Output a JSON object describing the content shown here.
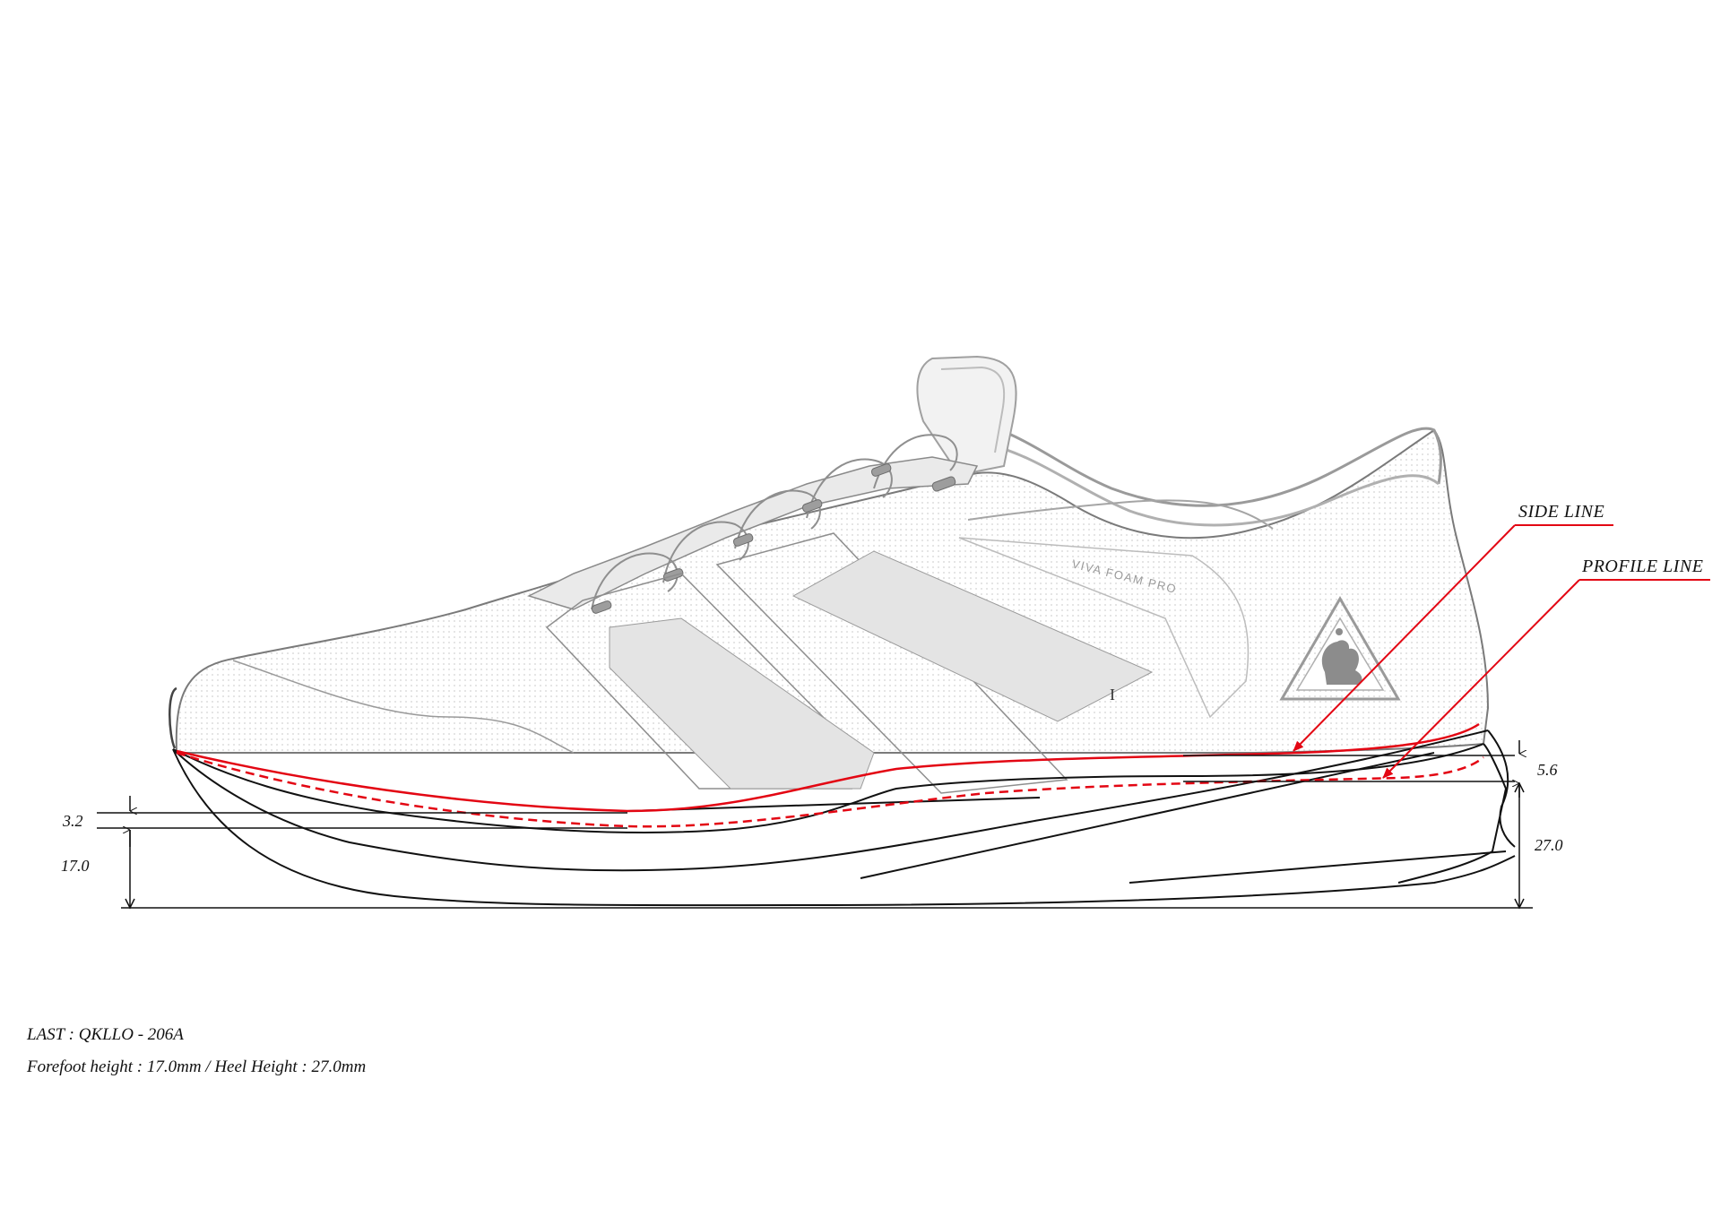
{
  "callouts": {
    "side_line": "SIDE LINE",
    "profile_line": "PROFILE LINE"
  },
  "dimensions": {
    "toe_offset": "3.2",
    "forefoot": "17.0",
    "heel_offset": "5.6",
    "heel": "27.0"
  },
  "shoe": {
    "midsole_text": "VIVA FOAM   PRO"
  },
  "specs": {
    "last": "LAST : QKLLO - 206A",
    "heights": "Forefoot height : 17.0mm / Heel Height : 27.0mm"
  },
  "colors": {
    "line": "#111111",
    "sketch": "#8a8a8a",
    "accent_red": "#e30613",
    "panel_fill": "#efefef"
  },
  "icons": {
    "logo": "rooster-triangle-logo"
  }
}
